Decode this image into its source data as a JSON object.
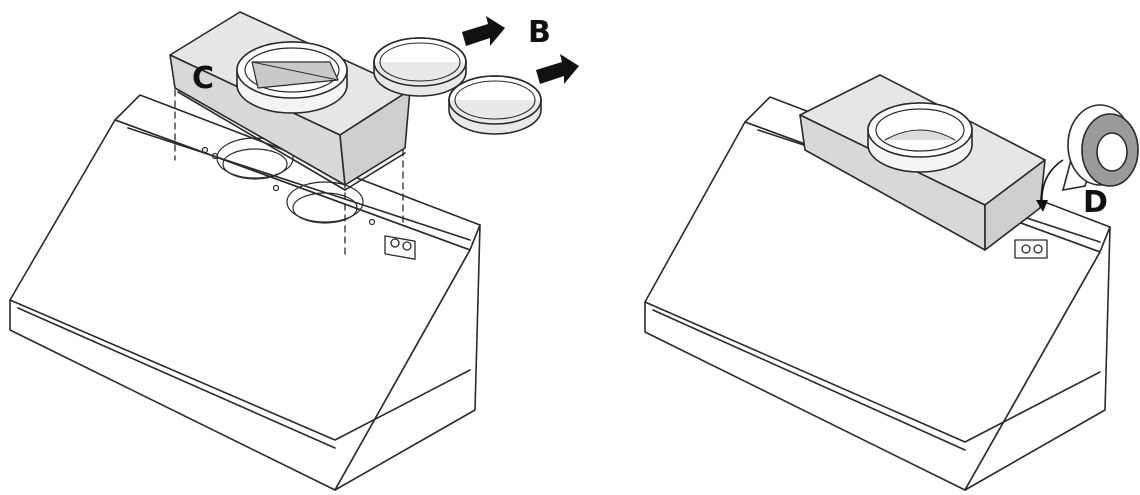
{
  "labels": {
    "c": "C",
    "b": "B",
    "d": "D"
  },
  "colors": {
    "line": "#2a2a2a",
    "hood_fill": "#ffffff",
    "adapter_fill": "#e6e6e6",
    "adapter_top": "#c9c9c9",
    "shade": "#cfcfcf",
    "ink": "#111111"
  },
  "icons": [
    "arrow-right-icon",
    "tape-roll-icon"
  ]
}
